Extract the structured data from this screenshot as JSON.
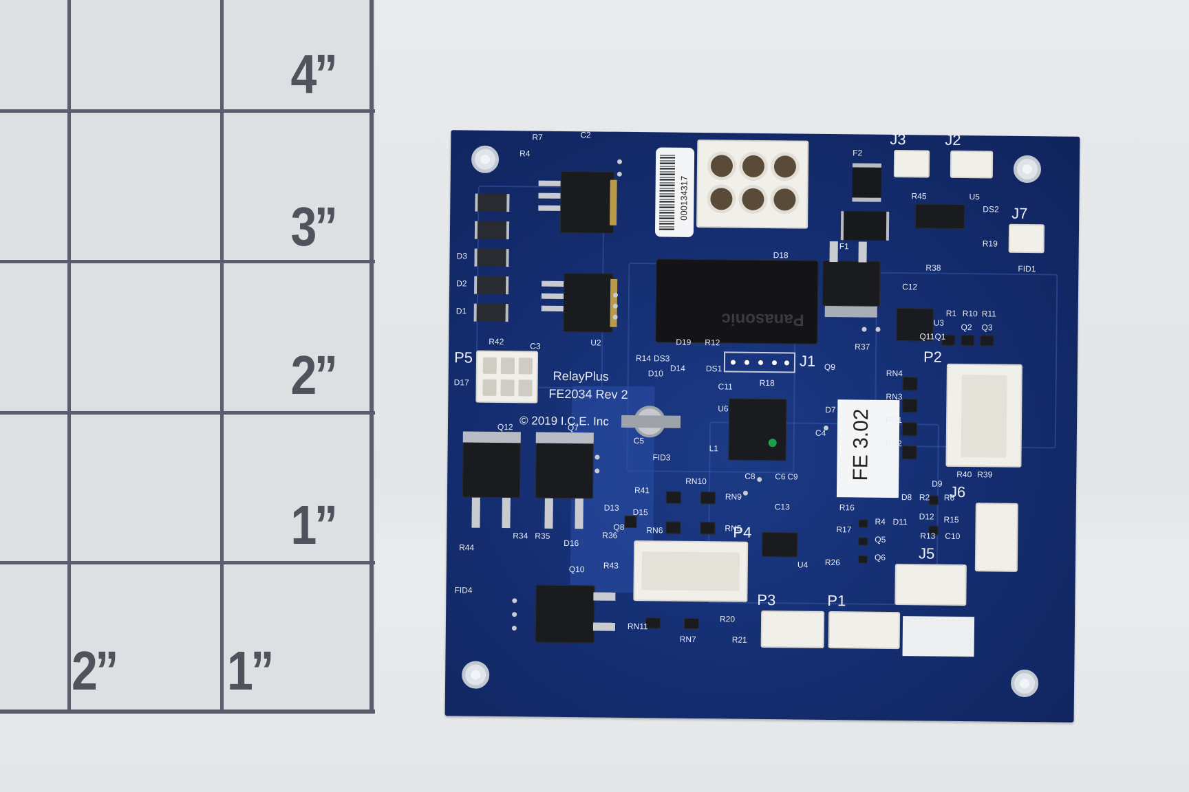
{
  "ruler": {
    "labels": [
      "4”",
      "3”",
      "2”",
      "1”",
      "2”",
      "1”"
    ]
  },
  "board": {
    "product": "RelayPlus",
    "part": "FE2034 Rev 2",
    "copyright": "© 2019 I.C.E. Inc",
    "barcode_number": "000134317",
    "version_label": "FE 3.02",
    "relay_brand": "Panasonic",
    "connectors": [
      "P5",
      "J3",
      "J2",
      "J7",
      "J1",
      "P2",
      "J6",
      "J5",
      "P4",
      "P3",
      "P1"
    ],
    "refs": [
      "R7",
      "C2",
      "R4",
      "D2",
      "D1",
      "R42",
      "C3",
      "D17",
      "Q12",
      "Q7",
      "D13",
      "R34",
      "R35",
      "D16",
      "R36",
      "R44",
      "R43",
      "Q10",
      "FID4",
      "F2",
      "F1",
      "R45",
      "U5",
      "DS2",
      "R19",
      "FID1",
      "R38",
      "Q11",
      "U3",
      "R1",
      "R10",
      "R11",
      "Q2",
      "Q3",
      "R37",
      "Q9",
      "R14",
      "DS3",
      "D10",
      "C11",
      "R18",
      "D19",
      "R12",
      "U6",
      "C5",
      "FID3",
      "RN10",
      "RN9",
      "C13",
      "R41",
      "D15",
      "RN6",
      "RN5",
      "Q8",
      "RN11",
      "RN7",
      "R20",
      "R21",
      "R16",
      "R17",
      "R4",
      "Q5",
      "Q6",
      "R26",
      "U4",
      "RN4",
      "RN3",
      "RN1",
      "RN2",
      "R40",
      "R39",
      "D9",
      "D8",
      "R2",
      "R6",
      "D12",
      "D11",
      "R15",
      "R13",
      "C10",
      "C4",
      "D7",
      "L1",
      "C8",
      "C6",
      "C9",
      "D18",
      "C12",
      "Q1",
      "U2",
      "D3",
      "D14",
      "DS1"
    ]
  },
  "colors": {
    "board": "#142c6e",
    "background": "#e6e8ea",
    "grid_line": "#5a5e6c",
    "connector": "#f1efe9"
  }
}
